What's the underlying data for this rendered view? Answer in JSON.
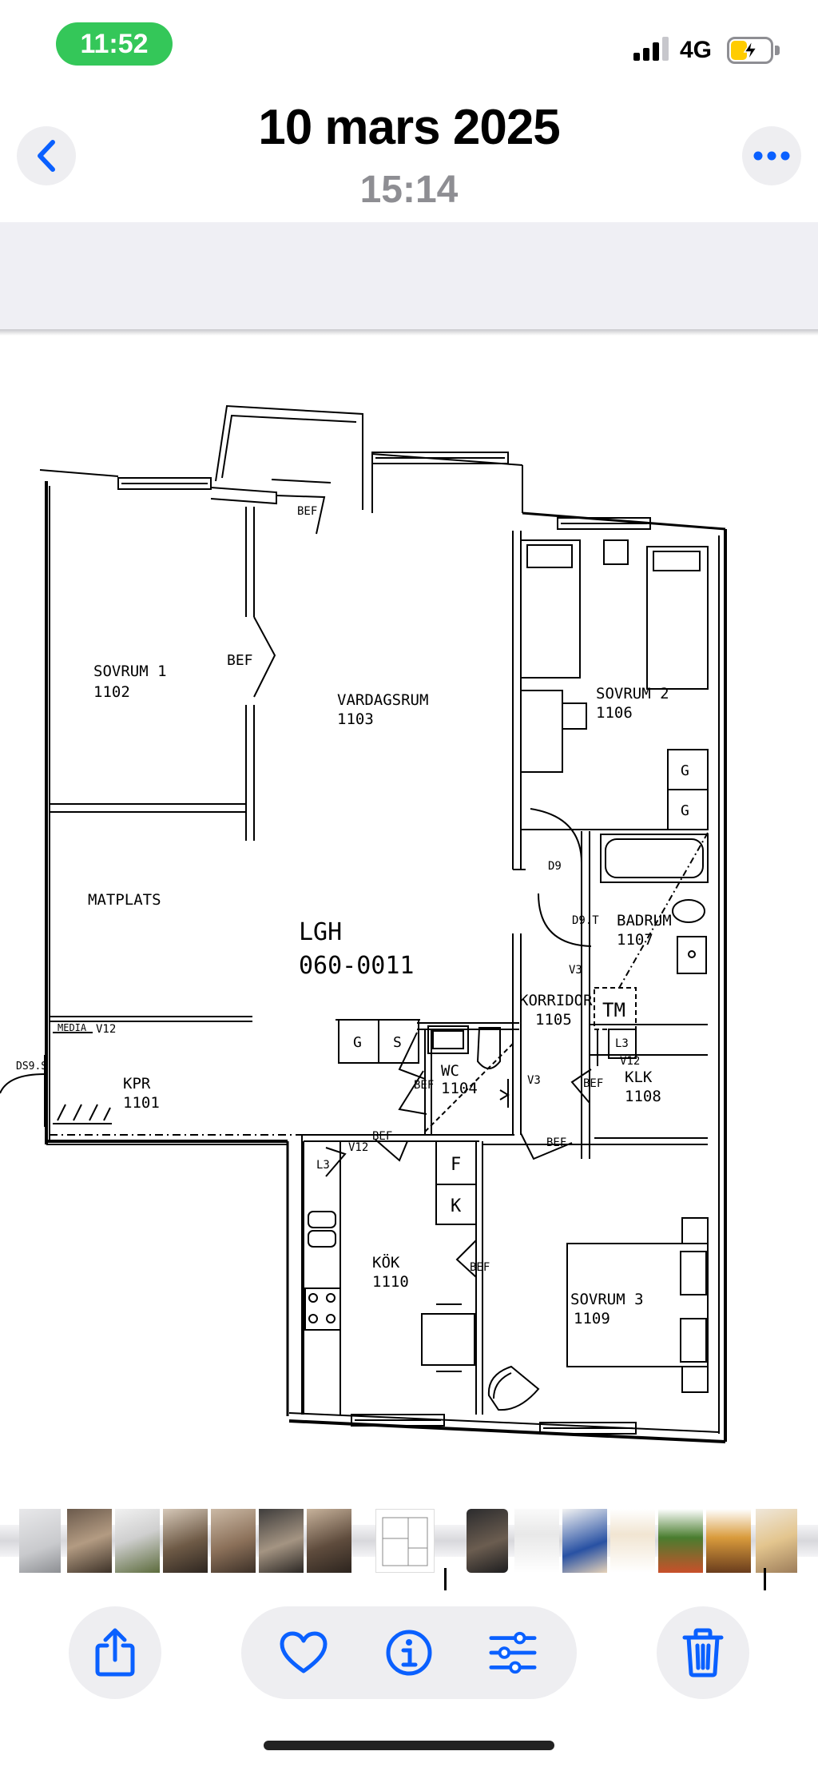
{
  "status_bar": {
    "time": "11:52",
    "network": "4G"
  },
  "header": {
    "title": "10 mars 2025",
    "subtitle": "15:14"
  },
  "plan": {
    "apartment": [
      "LGH",
      "060-0011"
    ],
    "rooms": [
      {
        "name": "SOVRUM 1",
        "number": "1102"
      },
      {
        "name": "VARDAGSRUM",
        "number": "1103"
      },
      {
        "name": "SOVRUM 2",
        "number": "1106"
      },
      {
        "name": "MATPLATS",
        "number": ""
      },
      {
        "name": "BADRUM",
        "number": "1107"
      },
      {
        "name": "KORRIDOR",
        "number": "1105"
      },
      {
        "name": "KPR",
        "number": "1101"
      },
      {
        "name": "WC",
        "number": "1104"
      },
      {
        "name": "KLK",
        "number": "1108"
      },
      {
        "name": "KÖK",
        "number": "1110"
      },
      {
        "name": "SOVRUM 3",
        "number": "1109"
      }
    ],
    "marks": {
      "bef": "BEF",
      "d9": "D9",
      "d9t": "D9.T",
      "v3": "V3",
      "v12": "V12",
      "tm": "TM",
      "l3": "L3",
      "g": "G",
      "s": "S",
      "f": "F",
      "k": "K",
      "media": "MEDIA",
      "ds9s": "DS9.S"
    }
  },
  "icons": {
    "back": "chevron-left-icon",
    "more": "ellipsis-icon",
    "share": "share-icon",
    "favorite": "heart-icon",
    "info": "info-icon",
    "adjust": "sliders-icon",
    "delete": "trash-icon"
  },
  "colors": {
    "accent": "#0a60ff",
    "status_green": "#34c759",
    "button_bg": "#eeeef1"
  }
}
